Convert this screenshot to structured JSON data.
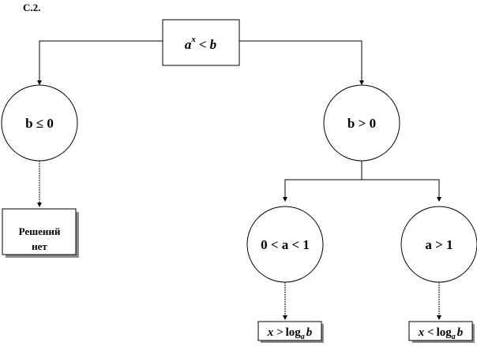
{
  "page_label": "С.2.",
  "root": {
    "base": "a",
    "exponent": "x",
    "relation": "<",
    "right": "b"
  },
  "branch_left": {
    "condition": "b ≤ 0",
    "result_line1": "Решений",
    "result_line2": "нет"
  },
  "branch_right": {
    "condition": "b > 0",
    "sub_left": {
      "condition": "0 < a < 1",
      "result": {
        "lhs": "x >",
        "log": "log",
        "base": "a",
        "arg": "b"
      }
    },
    "sub_right": {
      "condition": "a > 1",
      "result": {
        "lhs": "x <",
        "log": "log",
        "base": "a",
        "arg": "b"
      }
    }
  }
}
